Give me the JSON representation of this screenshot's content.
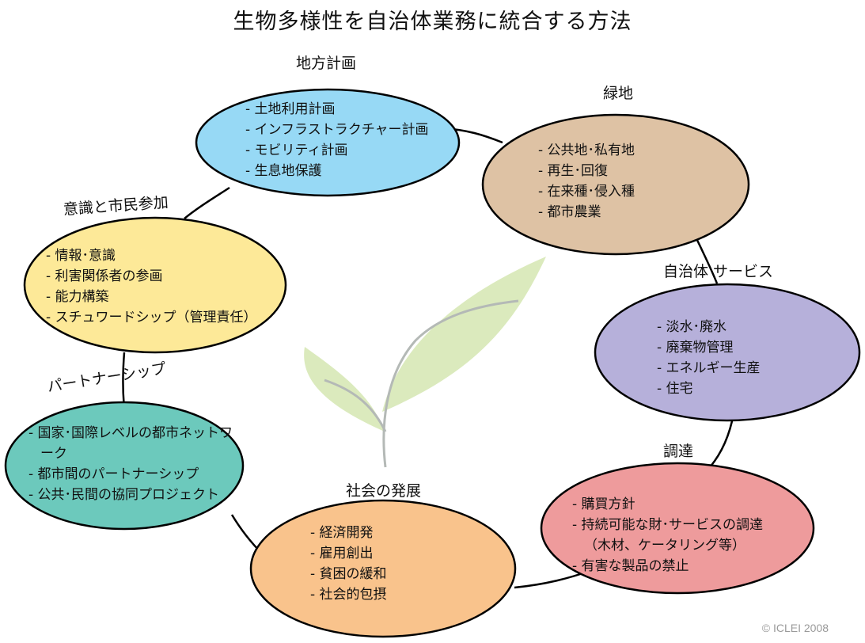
{
  "title": "生物多様性を自治体業務に統合する方法",
  "copyright": "© ICLEI 2008",
  "nodes": [
    {
      "label": "地方計画",
      "color": "#97d9f5",
      "items": [
        "土地利用計画",
        "インフラストラクチャー計画",
        "モビリティ計画",
        "生息地保護"
      ]
    },
    {
      "label": "緑地",
      "color": "#dec2a4",
      "items": [
        "公共地･私有地",
        "再生･回復",
        "在来種･侵入種",
        "都市農業"
      ]
    },
    {
      "label": "自治体 サービス",
      "color": "#b6b0da",
      "items": [
        "淡水･廃水",
        "廃棄物管理",
        "エネルギー生産",
        "住宅"
      ]
    },
    {
      "label": "調達",
      "color": "#ee9b9c",
      "items": [
        "購買方針",
        "持続可能な財･サービスの調達（木材、ケータリング等）",
        "有害な製品の禁止"
      ]
    },
    {
      "label": "社会の発展",
      "color": "#f9c38c",
      "items": [
        "経済開発",
        "雇用創出",
        "貧困の緩和",
        "社会的包摂"
      ]
    },
    {
      "label": "パートナーシップ",
      "color": "#6cc9bc",
      "items": [
        "国家･国際レベルの都市ネットワーク",
        "都市間のパートナーシップ",
        "公共･民間の協同プロジェクト"
      ]
    },
    {
      "label": "意識と市民参加",
      "color": "#fde998",
      "items": [
        "情報･意識",
        "利害関係者の参画",
        "能力構築",
        "スチュワードシップ（管理責任）"
      ]
    }
  ]
}
